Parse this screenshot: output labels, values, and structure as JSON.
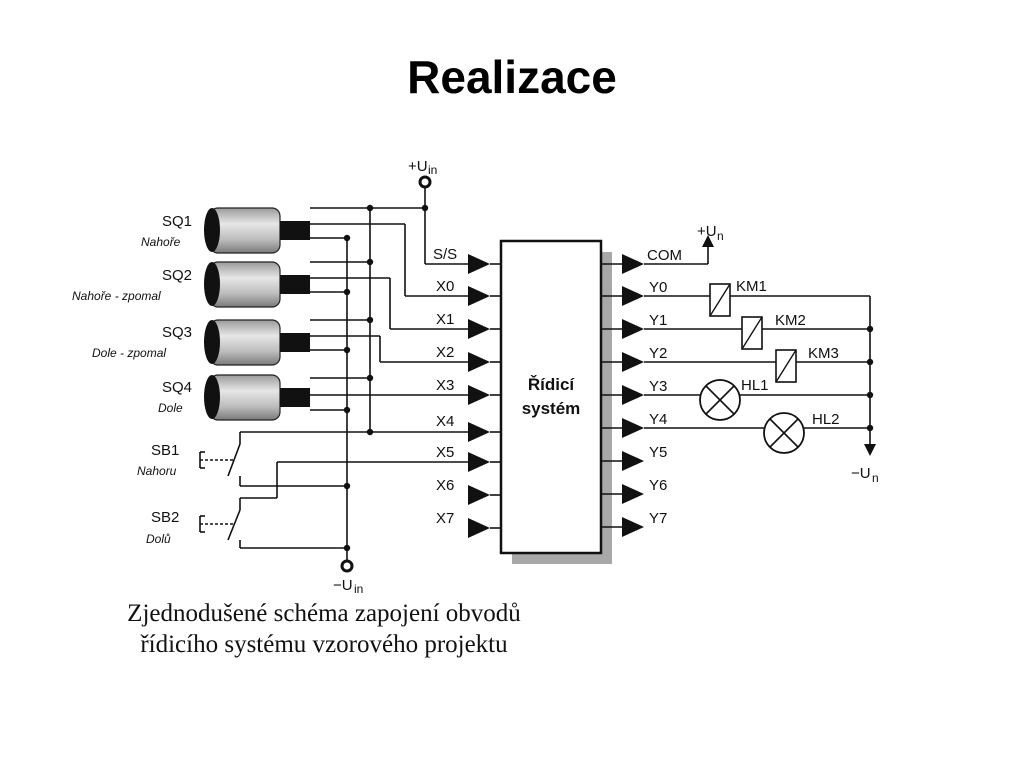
{
  "page": {
    "title": "Realizace"
  },
  "caption": {
    "line1": "Zjednodušené schéma zapojení obvodů",
    "line2": "řídicího systému vzorového projektu"
  },
  "diagram": {
    "supply_top": "+U",
    "supply_top_sub": "in",
    "supply_bottom": "−U",
    "supply_bottom_sub": "in",
    "out_supply_top": "+U",
    "out_supply_top_sub": "n",
    "out_supply_bottom": "−U",
    "out_supply_bottom_sub": "n",
    "control_system": {
      "line1": "Řídicí",
      "line2": "systém"
    },
    "sensors": [
      {
        "id": "SQ1",
        "desc": "Nahoře"
      },
      {
        "id": "SQ2",
        "desc": "Nahoře - zpomal"
      },
      {
        "id": "SQ3",
        "desc": "Dole - zpomal"
      },
      {
        "id": "SQ4",
        "desc": "Dole"
      }
    ],
    "buttons": [
      {
        "id": "SB1",
        "desc": "Nahoru"
      },
      {
        "id": "SB2",
        "desc": "Dolů"
      }
    ],
    "inputs": [
      "S/S",
      "X0",
      "X1",
      "X2",
      "X3",
      "X4",
      "X5",
      "X6",
      "X7"
    ],
    "outputs": [
      "COM",
      "Y0",
      "Y1",
      "Y2",
      "Y3",
      "Y4",
      "Y5",
      "Y6",
      "Y7"
    ],
    "relays": [
      "KM1",
      "KM2",
      "KM3"
    ],
    "lamps": [
      "HL1",
      "HL2"
    ]
  }
}
